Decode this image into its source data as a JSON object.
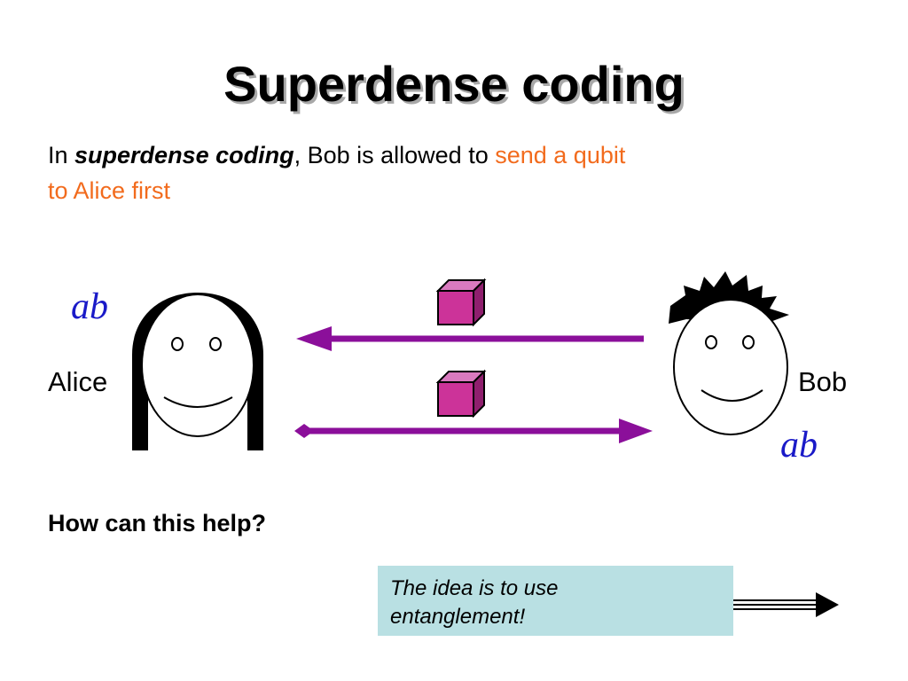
{
  "title": "Superdense coding",
  "intro": {
    "prefix": "In ",
    "emphasis": "superdense coding",
    "middle": ", Bob is allowed to ",
    "highlight_line1": "send a qubit",
    "highlight_line2": "to Alice first"
  },
  "diagram": {
    "alice": {
      "name": "Alice",
      "bits": "ab"
    },
    "bob": {
      "name": "Bob",
      "bits": "ab"
    },
    "arrow_color": "#8b0f9a",
    "qubit_color": "#cc3399"
  },
  "question": "How can this help?",
  "idea": "The idea is to use entanglement!",
  "colors": {
    "highlight": "#f26b1d",
    "bits": "#1a1ac8",
    "idea_box": "#b9e0e3"
  }
}
